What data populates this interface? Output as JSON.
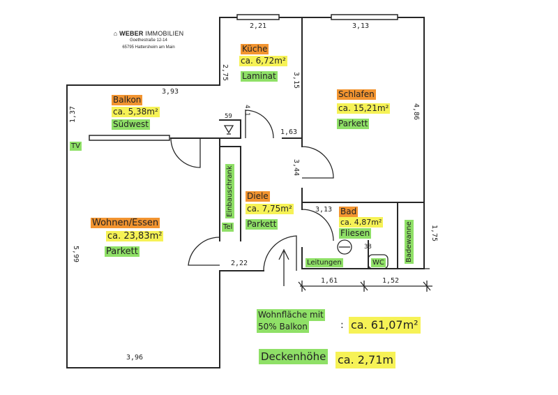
{
  "company": {
    "logo_icon": "house-hand-icon",
    "name_bold": "WEBER",
    "name_light": " IMMOBILIEN",
    "street": "Goethestraße 12-14",
    "city": "65795 Hattersheim am Main"
  },
  "rooms": {
    "kueche": {
      "name": "Küche",
      "area": "ca. 6,72m²",
      "floor": "Laminat"
    },
    "balkon": {
      "name": "Balkon",
      "area": "ca. 5,38m²",
      "floor": "Südwest"
    },
    "schlafen": {
      "name": "Schlafen",
      "area": "ca. 15,21m²",
      "floor": "Parkett"
    },
    "diele": {
      "name": "Diele",
      "area": "ca. 7,75m²",
      "floor": "Parkett"
    },
    "bad": {
      "name": "Bad",
      "area": "ca. 4,87m²",
      "floor": "Fliesen"
    },
    "wohnen": {
      "name": "Wohnen/Essen",
      "area": "ca. 23,83m²",
      "floor": "Parkett"
    }
  },
  "fixtures": {
    "tv": "TV",
    "tel": "Tel",
    "einbauschrank": "Einbauschrank",
    "leitungen": "Leitungen",
    "wc": "WC",
    "badewanne": "Badewanne"
  },
  "dimensions": {
    "kueche_width": "2,21",
    "kueche_height": "2,75",
    "kueche_right": "3,15",
    "schlafen_width": "3,13",
    "schlafen_height": "4,86",
    "balkon_width": "3,93",
    "balkon_height": "1,37",
    "closet_width": "59",
    "door_small": "4,1",
    "diele_upper": "1,63",
    "diele_height": "3,44",
    "bad_width": "3,13",
    "bad_height": "1,75",
    "wc_width": "38",
    "wohnen_height": "5,99",
    "diele_lower": "2,22",
    "bottom_left": "1,61",
    "bottom_right": "1,52",
    "wohnen_width": "3,96"
  },
  "summary": {
    "living_label_line1": "Wohnfläche mit",
    "living_label_line2": "50% Balkon",
    "colon": ":",
    "living_value": "ca. 61,07m²",
    "ceiling_label": "Deckenhöhe",
    "ceiling_value": "ca. 2,71m"
  },
  "colors": {
    "room_name": "#f29430",
    "area": "#f6f256",
    "floor": "#8fe067",
    "wall": "#262626"
  }
}
